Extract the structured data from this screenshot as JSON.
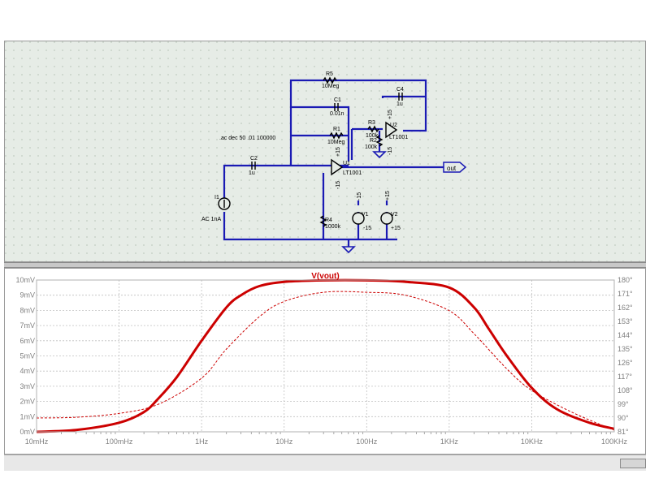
{
  "schematic": {
    "spice_directive": ".ac dec 50 .01 100000",
    "output_label": "out",
    "components": {
      "R5": {
        "ref": "R5",
        "value": "10Meg"
      },
      "C1": {
        "ref": "C1",
        "value": "0.01n"
      },
      "R1": {
        "ref": "R1",
        "value": "10Meg"
      },
      "C4": {
        "ref": "C4",
        "value": "1u"
      },
      "R3": {
        "ref": "R3",
        "value": "100k"
      },
      "R2": {
        "ref": "R2",
        "value": "100k"
      },
      "U2": {
        "ref": "U2",
        "value": "LT1001"
      },
      "U1": {
        "ref": "U1",
        "value": "LT1001"
      },
      "C2": {
        "ref": "C2",
        "value": "1u"
      },
      "I1": {
        "ref": "I1",
        "value": "AC 1nA"
      },
      "R4": {
        "ref": "R4",
        "value": "1000k"
      },
      "V1": {
        "ref": "V1",
        "value": "-15"
      },
      "V2": {
        "ref": "V2",
        "value": "+15"
      }
    },
    "supply_labels": {
      "u1_top": "+15",
      "u1_bottom": "-15",
      "u2_top": "+15",
      "u2_bottom": "-15",
      "v1_top": "-15",
      "v2_top": "+15"
    }
  },
  "colors": {
    "wire": "#1a1ab4",
    "component": "#000000",
    "trace": "#cc0000",
    "schematic_bg": "#e6ece6",
    "grid_dot": "#9aa89a"
  },
  "chart_data": {
    "type": "line",
    "title": "V(vout)",
    "x_scale": "log",
    "xlim": [
      0.01,
      100000
    ],
    "x_ticks": [
      "10mHz",
      "100mHz",
      "1Hz",
      "10Hz",
      "100Hz",
      "1KHz",
      "10KHz",
      "100KHz"
    ],
    "y_ticks": [
      "0mV",
      "1mV",
      "2mV",
      "3mV",
      "4mV",
      "5mV",
      "6mV",
      "7mV",
      "8mV",
      "9mV",
      "10mV"
    ],
    "ylim": [
      0,
      10
    ],
    "y2_ticks": [
      "81°",
      "90°",
      "99°",
      "108°",
      "117°",
      "126°",
      "135°",
      "144°",
      "153°",
      "162°",
      "171°",
      "180°"
    ],
    "y2lim": [
      81,
      180
    ],
    "grid": true,
    "series": [
      {
        "axis": "left",
        "style": "solid",
        "x": [
          0.01,
          0.03,
          0.1,
          0.2,
          0.3,
          0.5,
          1,
          2,
          3,
          5,
          10,
          30,
          100,
          300,
          1000,
          2000,
          3000,
          5000,
          10000,
          20000,
          50000,
          100000
        ],
        "y": [
          0,
          0.12,
          0.6,
          1.3,
          2.2,
          3.6,
          6.0,
          8.2,
          9.0,
          9.6,
          9.88,
          9.98,
          9.98,
          9.88,
          9.5,
          8.2,
          6.8,
          5.0,
          2.9,
          1.5,
          0.6,
          0.2
        ]
      },
      {
        "axis": "right",
        "style": "dashed",
        "x": [
          0.01,
          0.03,
          0.1,
          0.3,
          1,
          2,
          5,
          10,
          30,
          100,
          300,
          1000,
          2000,
          5000,
          10000,
          30000,
          100000
        ],
        "y": [
          90,
          90.5,
          93,
          99,
          116,
          135,
          156,
          166,
          172,
          172,
          170,
          160,
          145,
          122,
          108,
          94,
          82
        ]
      }
    ]
  }
}
